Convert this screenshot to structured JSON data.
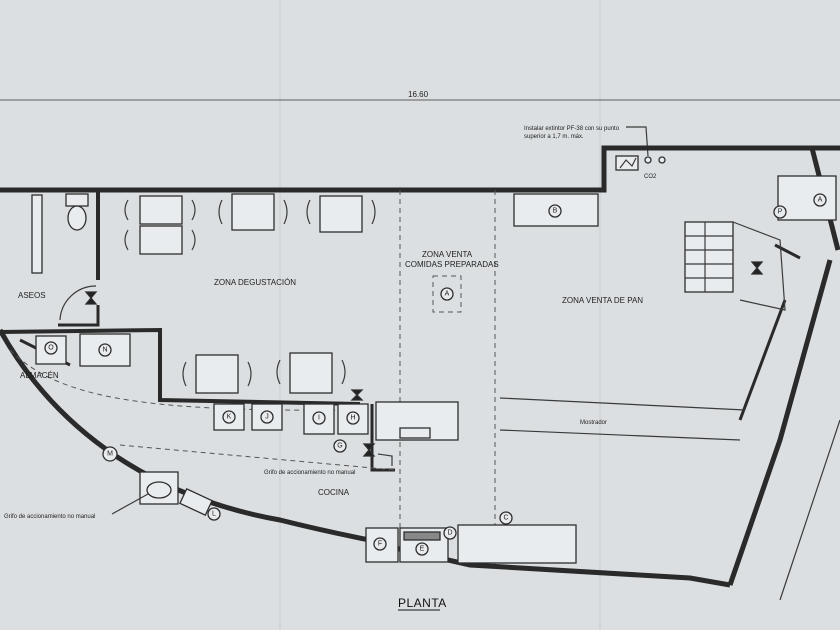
{
  "dimension": "16.60",
  "extinguisher_note": [
    "Instalar extintor PF-38 con su punto",
    "superior a 1,7 m. máx."
  ],
  "co2_label": "CO2",
  "zones": {
    "aseos": "ASEOS",
    "almacen": "ALMACÉN",
    "degustacion": "ZONA DEGUSTACIÓN",
    "venta_comidas_1": "ZONA VENTA",
    "venta_comidas_2": "COMIDAS PREPARADAS",
    "venta_pan": "ZONA VENTA DE PAN",
    "mostrador": "Mostrador",
    "cocina": "COCINA"
  },
  "faucet_note": "Grifo de accionamiento no manual",
  "faucet_note_2": "Grifo de accionamiento no manual",
  "plan_title": "PLANTA",
  "markers": {
    "A": "A",
    "A2": "A",
    "B": "B",
    "C": "C",
    "D": "D",
    "E": "E",
    "F": "F",
    "G": "G",
    "H": "H",
    "I": "I",
    "J": "J",
    "K": "K",
    "L": "L",
    "M": "M",
    "N": "N",
    "O": "O",
    "P": "P"
  }
}
